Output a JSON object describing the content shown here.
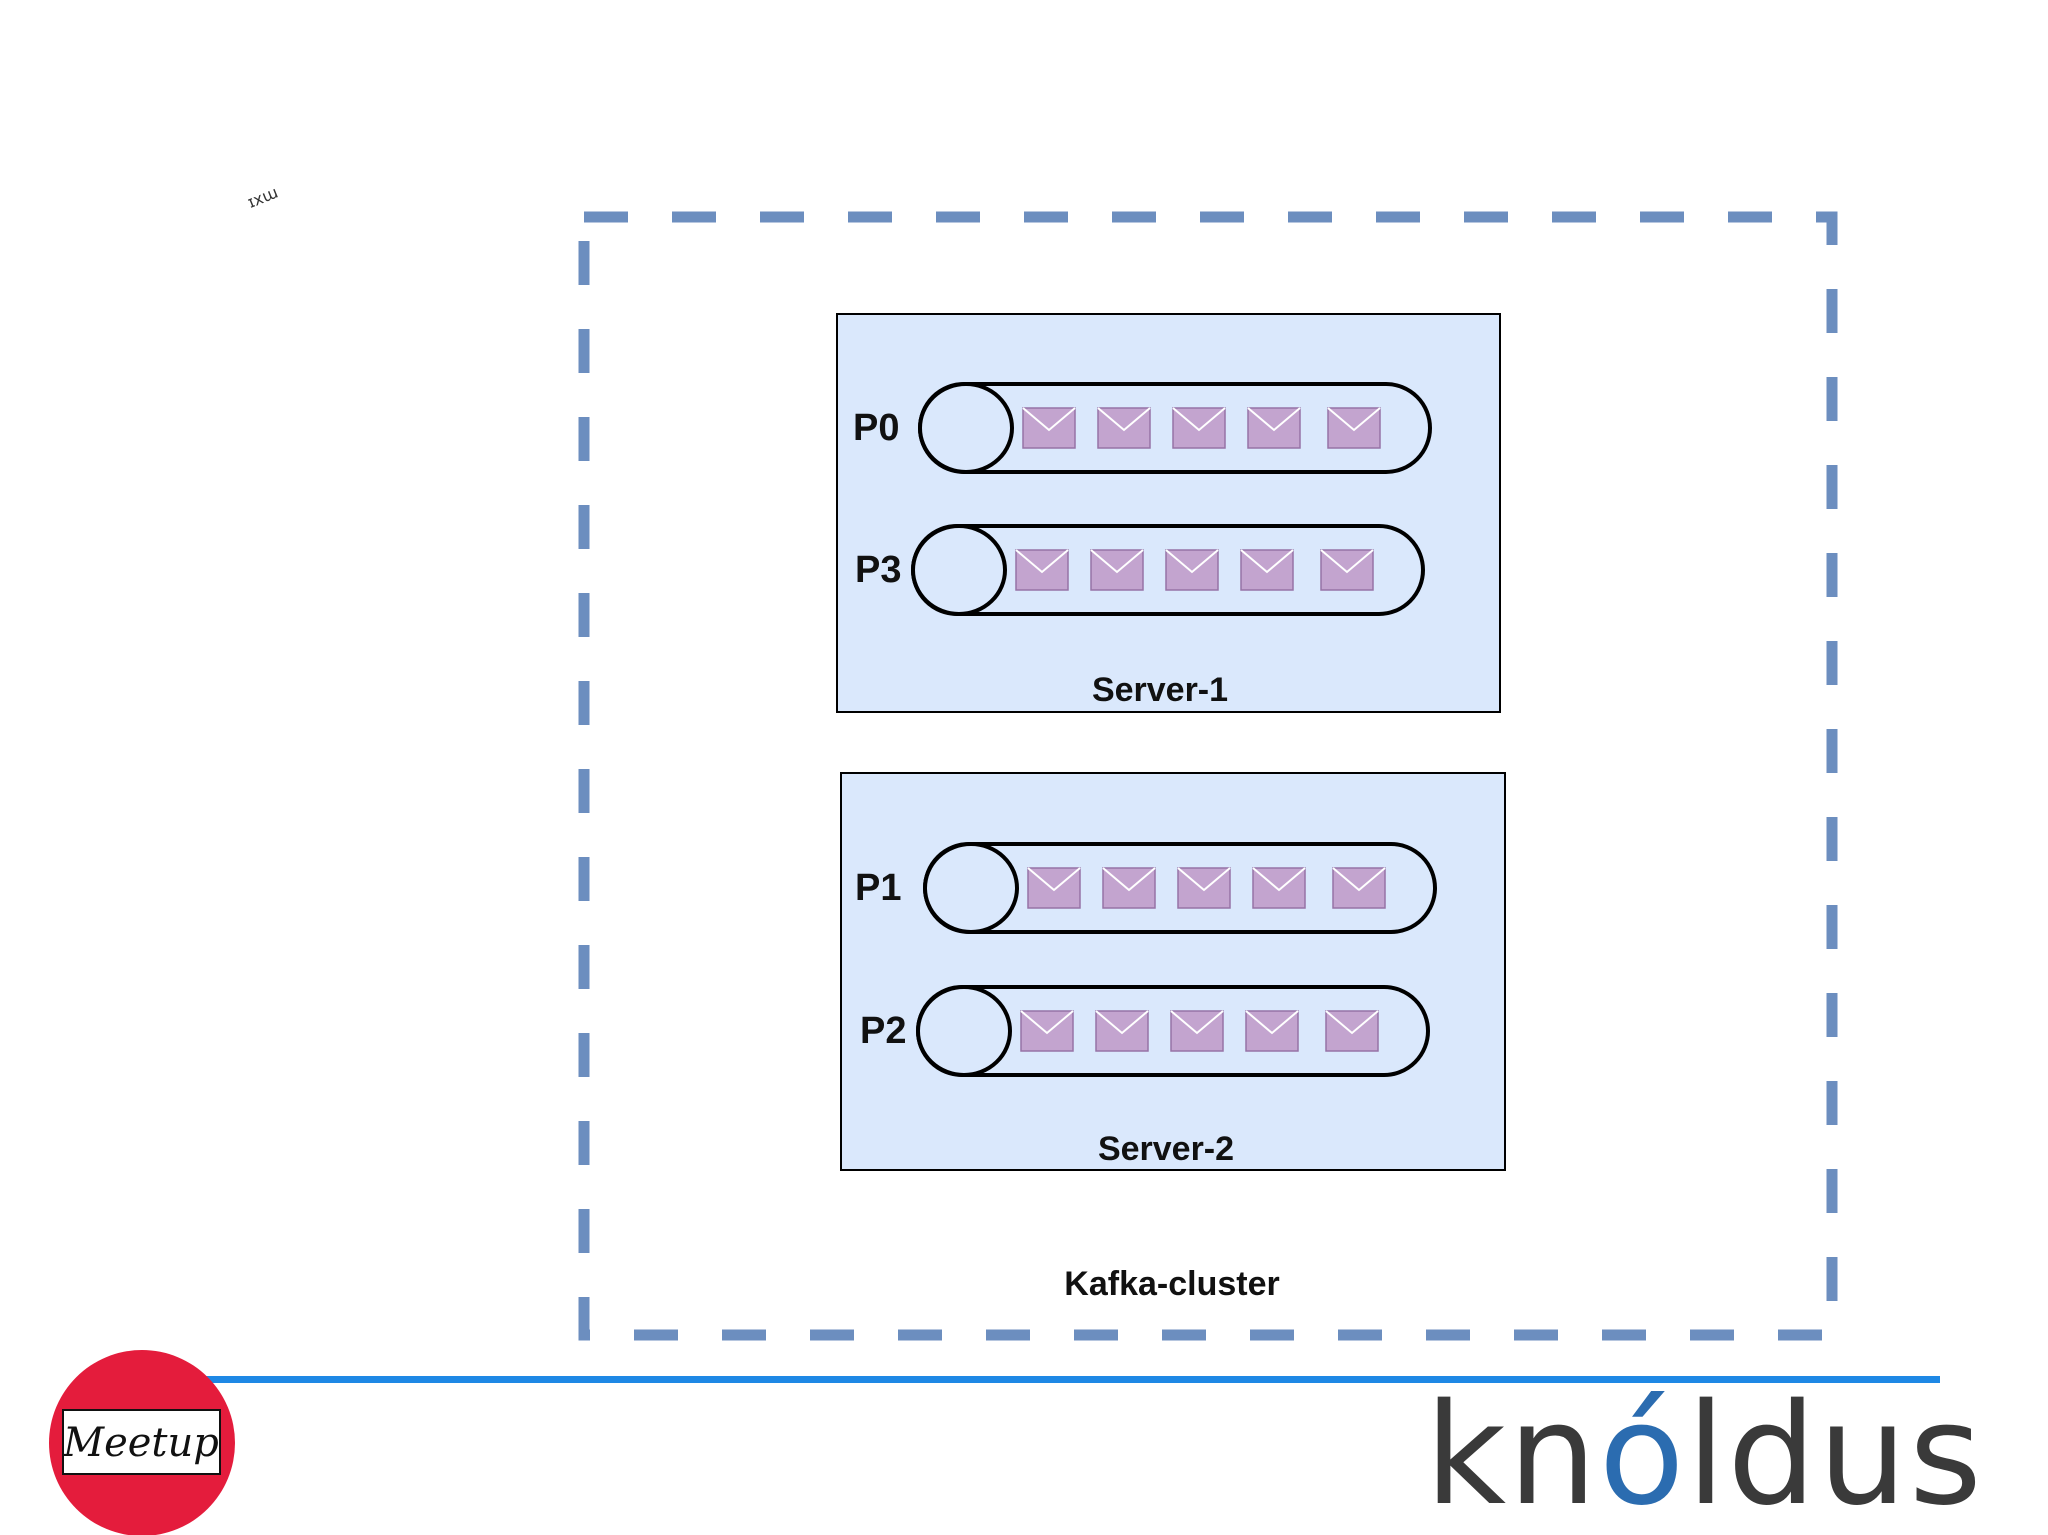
{
  "slide": {
    "scribble": "ɪxɯ"
  },
  "cluster": {
    "label": "Kafka-cluster",
    "border_color": "#6c8ebf"
  },
  "servers": [
    {
      "label": "Server-1",
      "fill": "#dae8fc",
      "partitions": [
        {
          "label": "P0",
          "messages": 5
        },
        {
          "label": "P3",
          "messages": 5
        }
      ]
    },
    {
      "label": "Server-2",
      "fill": "#dae8fc",
      "partitions": [
        {
          "label": "P1",
          "messages": 5
        },
        {
          "label": "P2",
          "messages": 5
        }
      ]
    }
  ],
  "message_icon": {
    "name": "envelope-icon",
    "fill": "#c3a4cf",
    "stroke": "#9673a6"
  },
  "footer": {
    "rule_color": "#1e88e5",
    "meetup_text": "Meetup",
    "meetup_color": "#e41c3c",
    "brand_prefix": "kn",
    "brand_accent": "ó",
    "brand_suffix": "ldus",
    "brand_color": "#3a3a3a",
    "brand_accent_color": "#2b6cb0"
  }
}
